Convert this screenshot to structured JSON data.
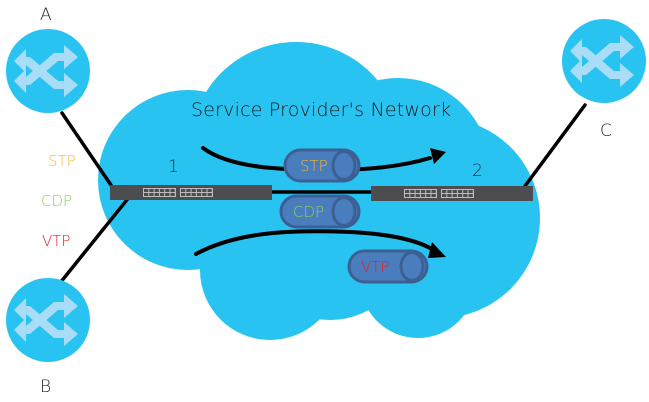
{
  "diagram": {
    "title": "Service Provider's Network",
    "colors": {
      "cloud": "#29c3f2",
      "router": "#29c3f2",
      "router_arrows": "#a9ddf7",
      "switch": "#4d4d4f",
      "switch_port": "#bdbdbd",
      "tube_fill": "#4a7dbd",
      "tube_stroke": "#3c5f94",
      "stp": "#f5b921",
      "cdp": "#8fd14f",
      "vtp": "#ee1c25",
      "line": "#000000"
    },
    "routers": [
      {
        "id": "A",
        "label": "A"
      },
      {
        "id": "B",
        "label": "B"
      },
      {
        "id": "C",
        "label": "C"
      }
    ],
    "switches": [
      {
        "id": "1",
        "label": "1"
      },
      {
        "id": "2",
        "label": "2"
      }
    ],
    "protocols_legend": [
      {
        "label": "STP",
        "color_key": "stp"
      },
      {
        "label": "CDP",
        "color_key": "cdp"
      },
      {
        "label": "VTP",
        "color_key": "vtp"
      }
    ],
    "tunnels": [
      {
        "label": "STP",
        "color_key": "stp"
      },
      {
        "label": "CDP",
        "color_key": "cdp"
      },
      {
        "label": "VTP",
        "color_key": "vtp"
      }
    ]
  }
}
